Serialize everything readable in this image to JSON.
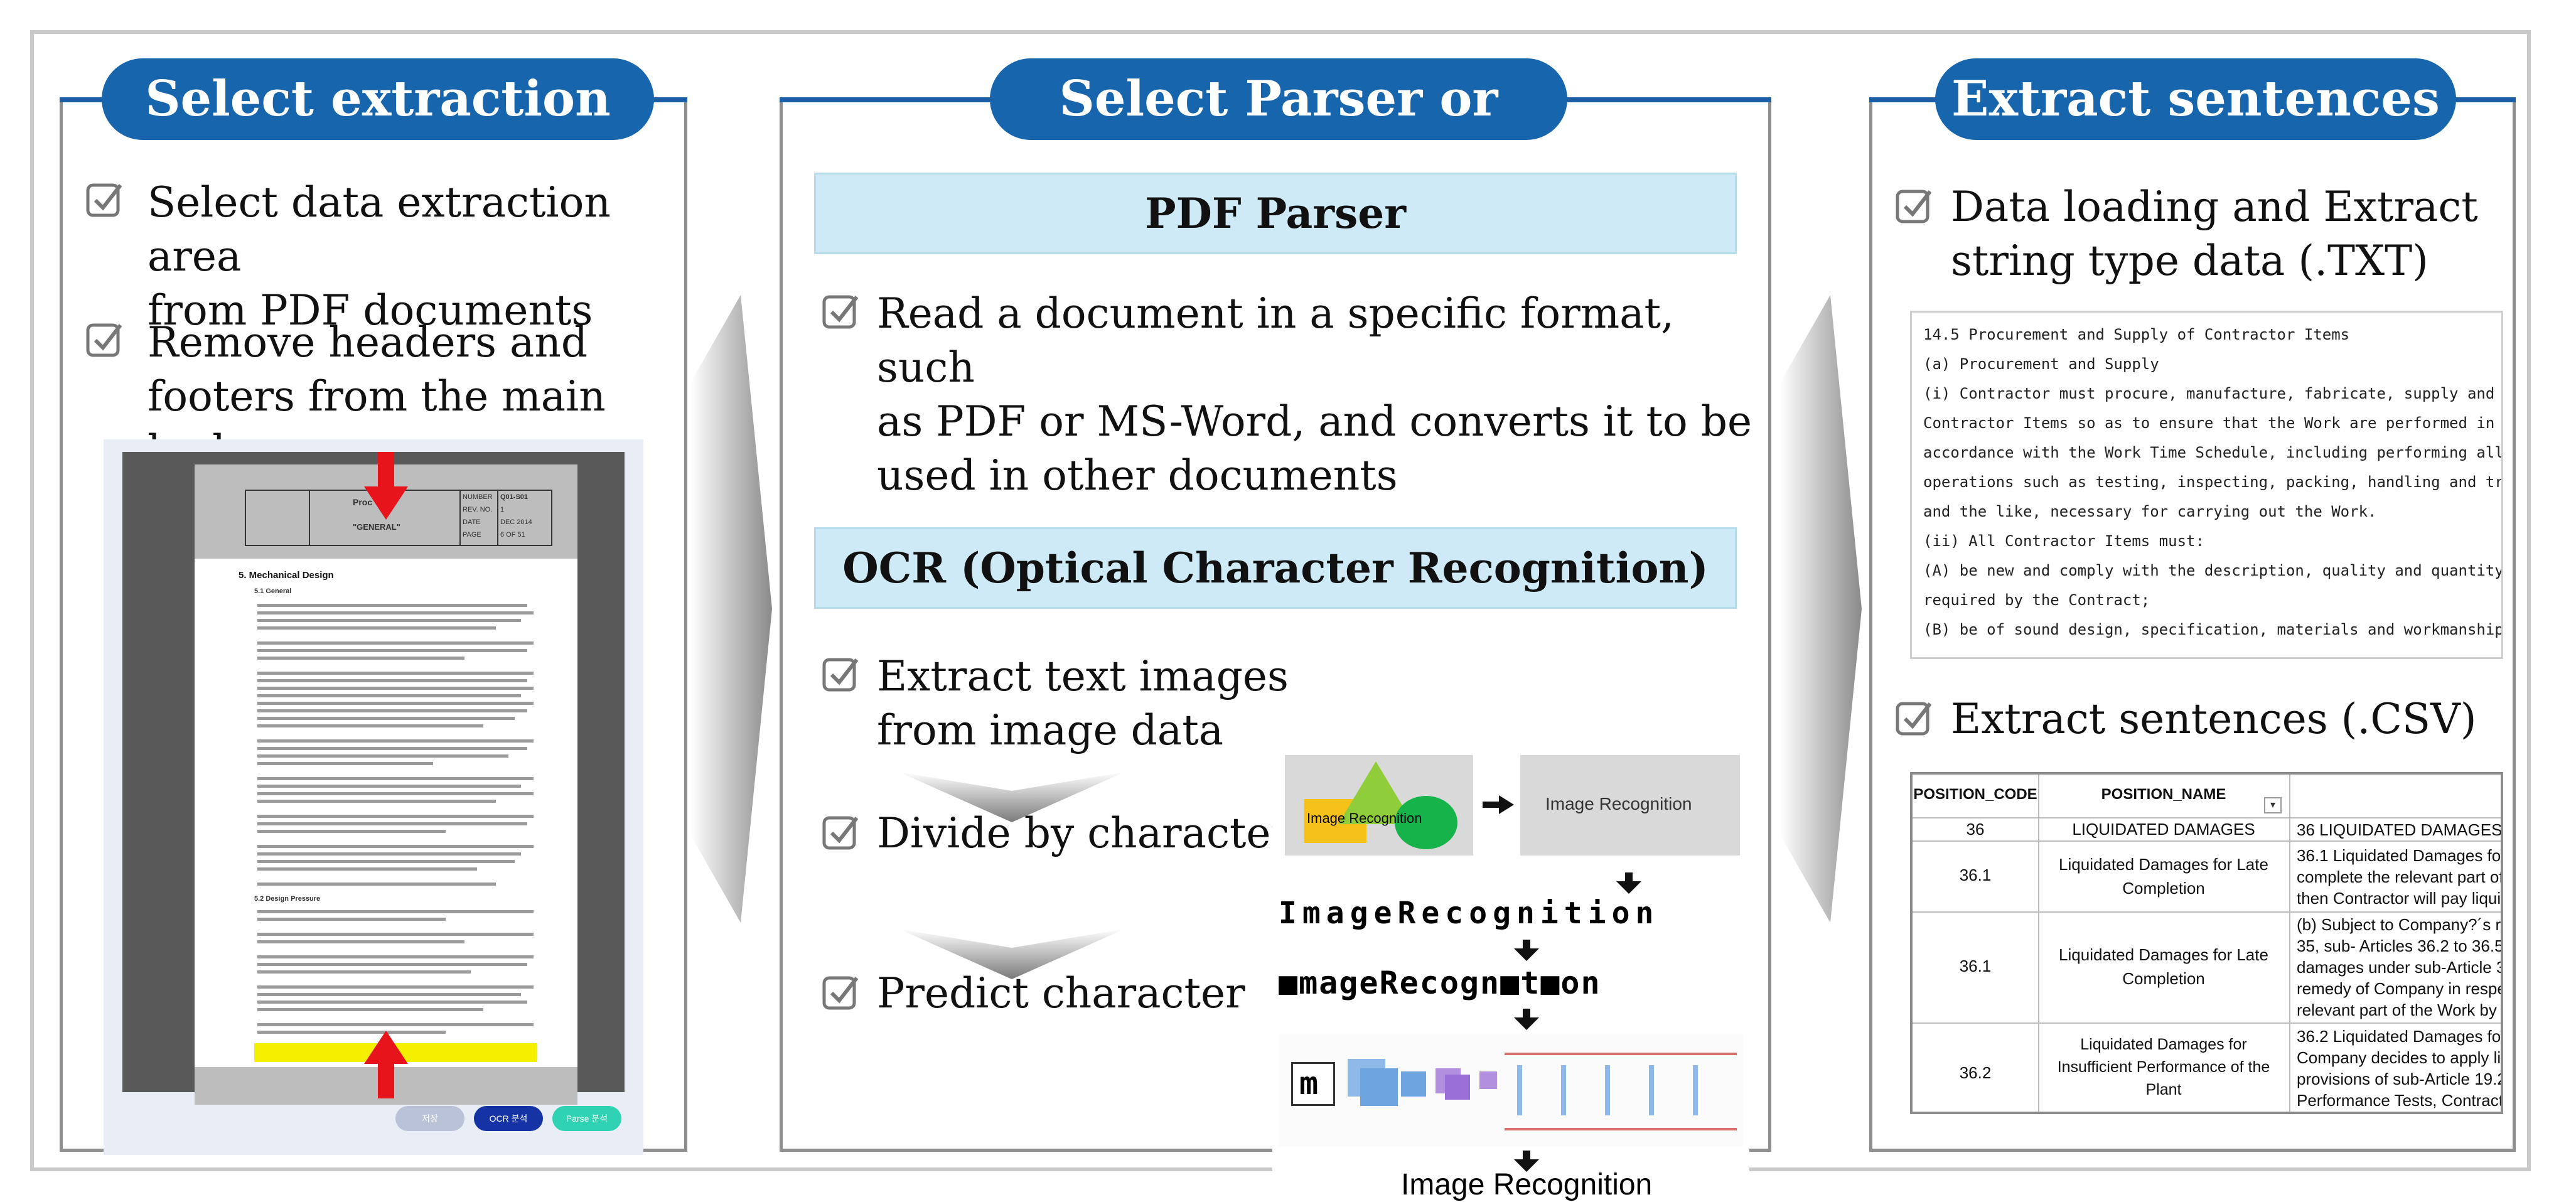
{
  "panels": {
    "left": {
      "title": "Select extraction area",
      "bullets": [
        {
          "line1": "Select data extraction area",
          "line2": "from PDF documents"
        },
        {
          "line1": "Remove headers and",
          "line2": "footers from the main body"
        }
      ],
      "pdf": {
        "header_title": "\"GENERAL\"",
        "header_prefix": "Proc",
        "header_number_label": "NUMBER",
        "header_number": "Q01-S01",
        "rev_label": "REV. NO.",
        "rev_value": "1",
        "date_label": "DATE",
        "date_value": "DEC 2014",
        "page_label": "PAGE",
        "page_value": "6 OF 51",
        "section_title": "5.   Mechanical Design",
        "sub1": "5.1   General",
        "sub2": "5.2   Design Pressure",
        "buttons": [
          "저장",
          "OCR 분석",
          "Parse 분석"
        ]
      }
    },
    "middle": {
      "title": "Select Parser or OCR",
      "parser_heading": "PDF Parser",
      "parser_bullet": {
        "line1": "Read a document in a specific format, such",
        "line2": "as PDF or MS-Word, and converts it to be",
        "line3": "used in other documents"
      },
      "ocr_heading": "OCR (Optical Character Recognition)",
      "ocr_steps": [
        {
          "line1": "Extract text images",
          "line2": "from image data"
        },
        {
          "line1": "Divide by character"
        },
        {
          "line1": "Predict character"
        }
      ],
      "illustration": {
        "box_label": "Image Recognition",
        "result_label": "Image Recognition",
        "spaced_text": "ImageRecognition",
        "segmented_text": "■mageRecogn■t■on",
        "final_text": "Image Recognition",
        "nn_input": "m"
      }
    },
    "right": {
      "title": "Extract sentences",
      "bullet_txt": {
        "line1": "Data loading and Extract",
        "line2": "string type data (.TXT)"
      },
      "txt_lines": [
        "14.5 Procurement and Supply of Contractor Items",
        "(a) Procurement and Supply",
        "(i) Contractor must procure, manufacture, fabricate, supply and deliver",
        "Contractor Items so as to ensure that the Work are performed in",
        "accordance with the Work Time Schedule, including performing all related",
        "operations such as testing, inspecting, packing, handling and transport",
        "and the like, necessary for carrying out the Work.",
        "(ii) All Contractor Items must:",
        "(A) be new and comply with the description, quality and quantity",
        "required by the Contract;",
        "(B) be of sound design, specification, materials and workmanship;"
      ],
      "bullet_csv": "Extract sentences (.CSV)",
      "csv": {
        "headers": [
          "POSITION_CODE",
          "POSITION_NAME"
        ],
        "rows": [
          {
            "code": "36",
            "name": "LIQUIDATED DAMAGES",
            "text": [
              "36 LIQUIDATED DAMAGES"
            ]
          },
          {
            "code": "36.1",
            "name": "Liquidated Damages for Late Completion",
            "text": [
              "36.1 Liquidated Damages for Late",
              "complete the relevant part of the",
              "then Contractor will pay liquidate"
            ]
          },
          {
            "code": "36.1",
            "name": "Liquidated Damages for Late Completion",
            "text": [
              "(b) Subject to Company?´s rights",
              "35, sub- Articles 36.2 to 36.5 and A",
              "damages under sub-Article 36.1(a)",
              "remedy of Company in respect of",
              "relevant part of the Work by the C"
            ]
          },
          {
            "code": "36.2",
            "name": "Liquidated Damages for Insufficient Performance of the Plant",
            "text": [
              "36.2 Liquidated Damages for Insuf",
              "Company decides to apply liquida",
              "provisions of sub-Article 19.2(f) du",
              "Performance Tests, Contractor will"
            ]
          }
        ]
      }
    }
  },
  "colors": {
    "accent": "#1766ad",
    "band": "#cdeaf6",
    "border": "#8e8e8e",
    "arrow_red": "#e8141c"
  }
}
